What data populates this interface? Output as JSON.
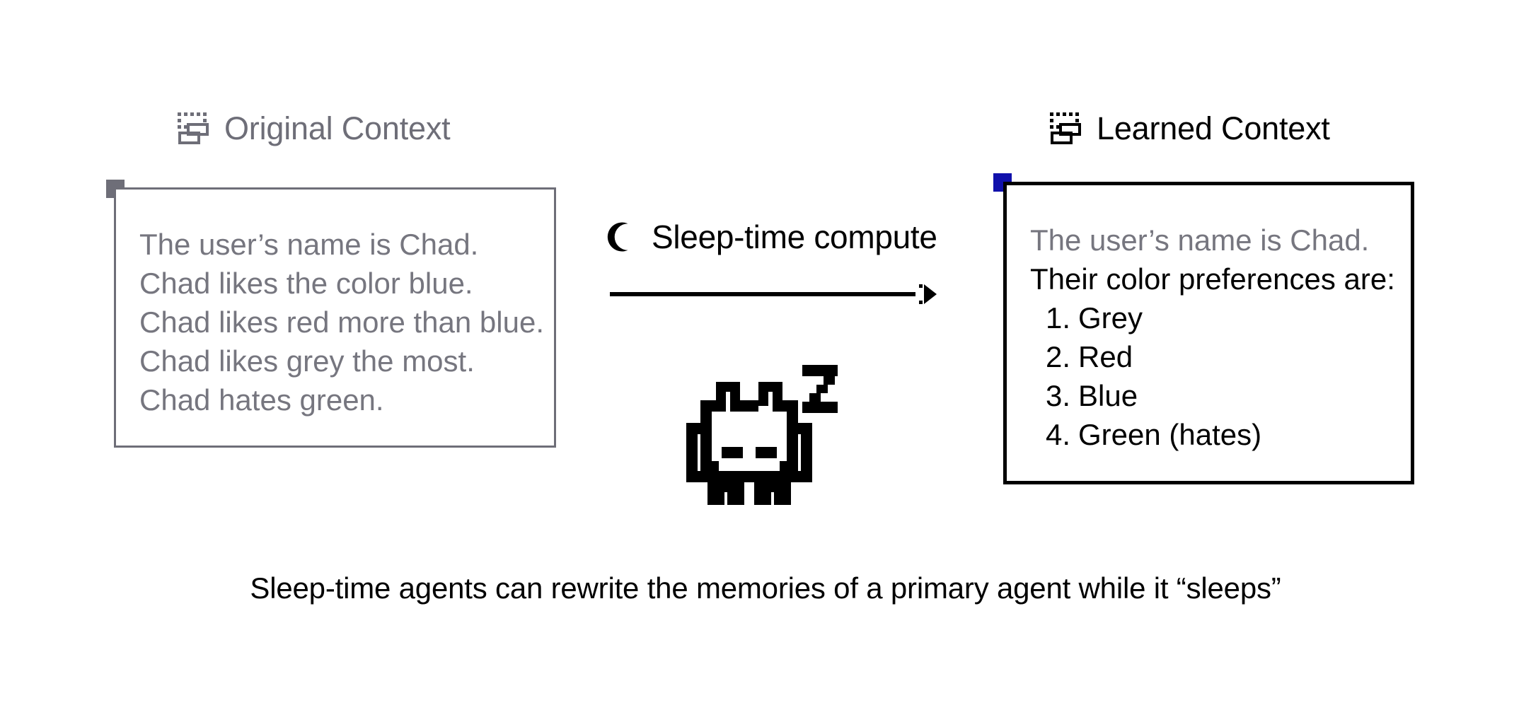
{
  "colors": {
    "grey": "#6e6e78",
    "grey_text": "#76767f",
    "black": "#000000",
    "blue_marker": "#1010ab",
    "background": "#ffffff"
  },
  "panels": {
    "original": {
      "title": "Original Context",
      "icon": "context-window-icon",
      "marker_color": "#6e6e78",
      "lines": [
        "The user’s name is Chad.",
        "Chad likes the color blue.",
        "Chad likes red more than blue.",
        "Chad likes grey the most.",
        "Chad hates green."
      ]
    },
    "learned": {
      "title": "Learned Context",
      "icon": "context-window-icon",
      "marker_color": "#1010ab",
      "preserved_line": "The user’s name is Chad.",
      "heading_line": "Their color preferences are:",
      "preferences": [
        {
          "num": "1.",
          "label": "Grey"
        },
        {
          "num": "2.",
          "label": "Red"
        },
        {
          "num": "3.",
          "label": "Blue"
        },
        {
          "num": "4.",
          "label": "Green (hates)"
        }
      ]
    }
  },
  "center": {
    "moon_icon": "crescent-moon-icon",
    "process_label": "Sleep-time compute",
    "arrow_icon": "right-arrow-icon",
    "mascot_icon": "sleeping-invader-icon"
  },
  "caption": "Sleep-time agents can rewrite the memories of a primary agent while it “sleeps”"
}
